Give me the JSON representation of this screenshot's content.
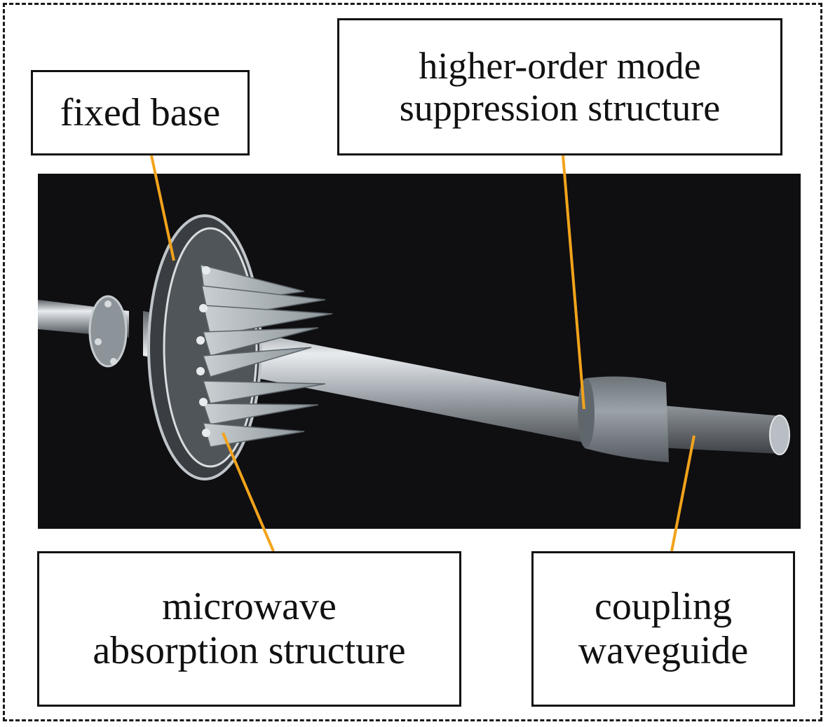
{
  "labels": {
    "fixed_base": "fixed base",
    "hom_line1": "higher-order mode",
    "hom_line2": "suppression structure",
    "mw_line1": "microwave",
    "mw_line2": "absorption structure",
    "cw_line1": "coupling",
    "cw_line2": "waveguide"
  },
  "colors": {
    "leader_line": "#f2a31b",
    "photo_background": "#0f0f12",
    "border": "#111111"
  }
}
